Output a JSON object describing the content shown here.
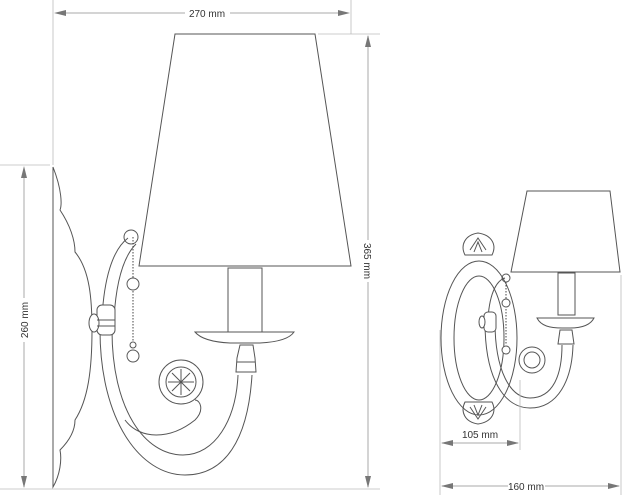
{
  "dimensions": {
    "side_width": "270 mm",
    "side_height": "365 mm",
    "backplate_height": "260 mm",
    "front_plate_width": "105 mm",
    "front_total_width": "160 mm"
  },
  "colors": {
    "line": "#555555",
    "dimension": "#aaaaaa",
    "arrow": "#777777"
  }
}
